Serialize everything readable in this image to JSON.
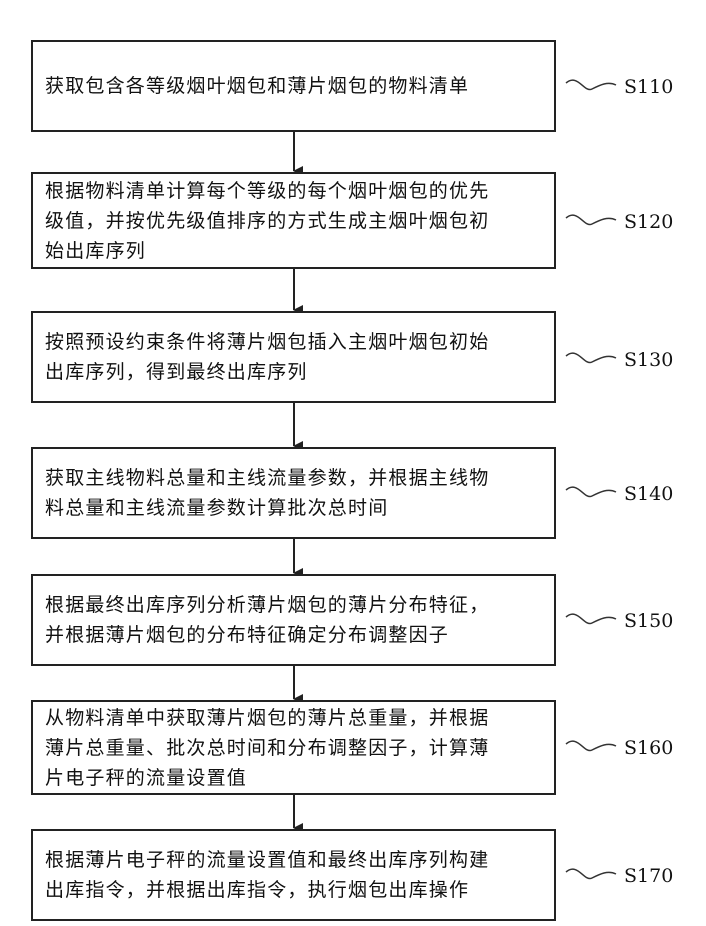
{
  "steps": [
    {
      "id": "S110",
      "text": "获取包含各等级烟叶烟包和薄片烟包的物料清单"
    },
    {
      "id": "S120",
      "text": "根据物料清单计算每个等级的每个烟叶烟包的优先\n级值，并按优先级值排序的方式生成主烟叶烟包初\n始出库序列"
    },
    {
      "id": "S130",
      "text": "按照预设约束条件将薄片烟包插入主烟叶烟包初始\n出库序列，得到最终出库序列"
    },
    {
      "id": "S140",
      "text": "获取主线物料总量和主线流量参数，并根据主线物\n料总量和主线流量参数计算批次总时间"
    },
    {
      "id": "S150",
      "text": "根据最终出库序列分析薄片烟包的薄片分布特征，\n并根据薄片烟包的分布特征确定分布调整因子"
    },
    {
      "id": "S160",
      "text": "从物料清单中获取薄片烟包的薄片总重量，并根据\n薄片总重量、批次总时间和分布调整因子，计算薄\n片电子秤的流量设置值"
    },
    {
      "id": "S170",
      "text": "根据薄片电子秤的流量设置值和最终出库序列构建\n出库指令，并根据出库指令，执行烟包出库操作"
    }
  ]
}
